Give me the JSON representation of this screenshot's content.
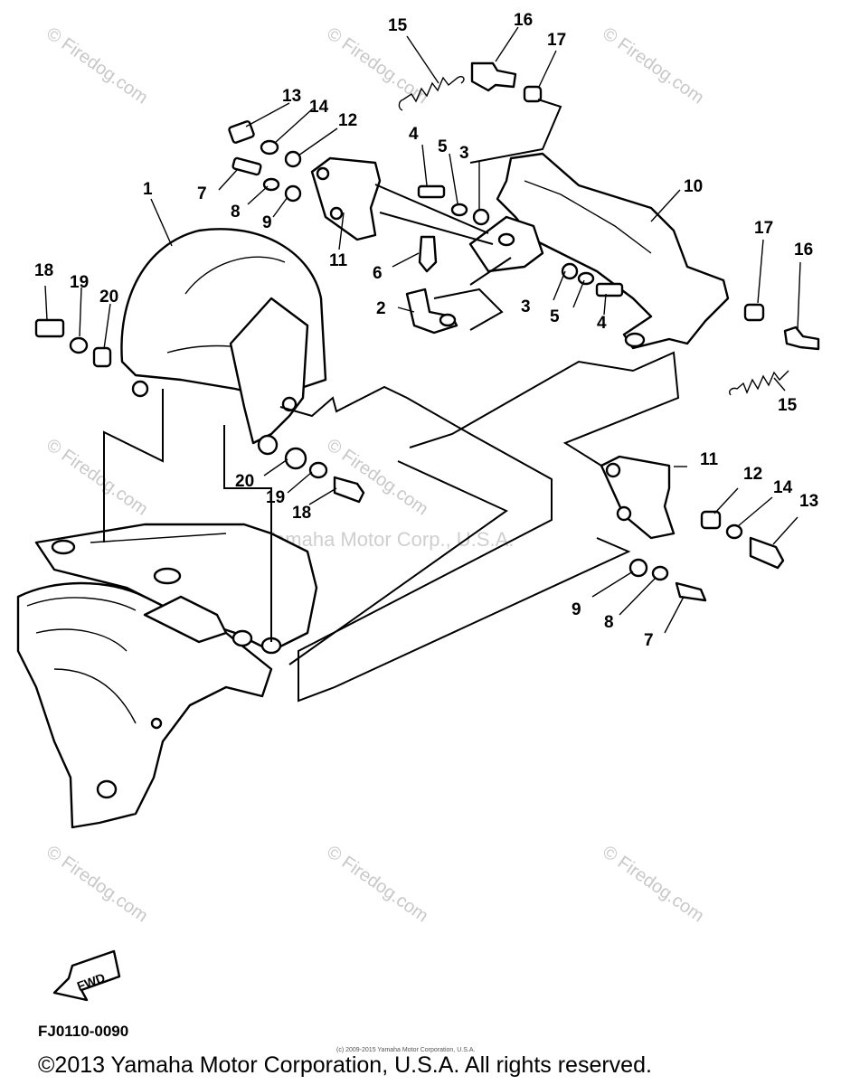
{
  "diagram": {
    "callouts": [
      {
        "id": "c1",
        "text": "1"
      },
      {
        "id": "c2",
        "text": "2"
      },
      {
        "id": "c3a",
        "text": "3"
      },
      {
        "id": "c3b",
        "text": "3"
      },
      {
        "id": "c4a",
        "text": "4"
      },
      {
        "id": "c4b",
        "text": "4"
      },
      {
        "id": "c5a",
        "text": "5"
      },
      {
        "id": "c5b",
        "text": "5"
      },
      {
        "id": "c6",
        "text": "6"
      },
      {
        "id": "c7a",
        "text": "7"
      },
      {
        "id": "c7b",
        "text": "7"
      },
      {
        "id": "c8a",
        "text": "8"
      },
      {
        "id": "c8b",
        "text": "8"
      },
      {
        "id": "c9a",
        "text": "9"
      },
      {
        "id": "c9b",
        "text": "9"
      },
      {
        "id": "c10",
        "text": "10"
      },
      {
        "id": "c11a",
        "text": "11"
      },
      {
        "id": "c11b",
        "text": "11"
      },
      {
        "id": "c12a",
        "text": "12"
      },
      {
        "id": "c12b",
        "text": "12"
      },
      {
        "id": "c13a",
        "text": "13"
      },
      {
        "id": "c13b",
        "text": "13"
      },
      {
        "id": "c14a",
        "text": "14"
      },
      {
        "id": "c14b",
        "text": "14"
      },
      {
        "id": "c15a",
        "text": "15"
      },
      {
        "id": "c15b",
        "text": "15"
      },
      {
        "id": "c16a",
        "text": "16"
      },
      {
        "id": "c16b",
        "text": "16"
      },
      {
        "id": "c17a",
        "text": "17"
      },
      {
        "id": "c17b",
        "text": "17"
      },
      {
        "id": "c18a",
        "text": "18"
      },
      {
        "id": "c18b",
        "text": "18"
      },
      {
        "id": "c19a",
        "text": "19"
      },
      {
        "id": "c19b",
        "text": "19"
      },
      {
        "id": "c20a",
        "text": "20"
      },
      {
        "id": "c20b",
        "text": "20"
      }
    ],
    "fwd_label": "FWD",
    "figure_code": "FJ0110-0090",
    "watermark_text": "© Firedog.com",
    "mid_watermark": "Yamaha Motor Corp., U.S.A.",
    "tiny_copyright": "(c) 2009-2015 Yamaha Motor Corporation, U.S.A.",
    "copyright": "©2013 Yamaha Motor Corporation, U.S.A. All rights reserved."
  }
}
